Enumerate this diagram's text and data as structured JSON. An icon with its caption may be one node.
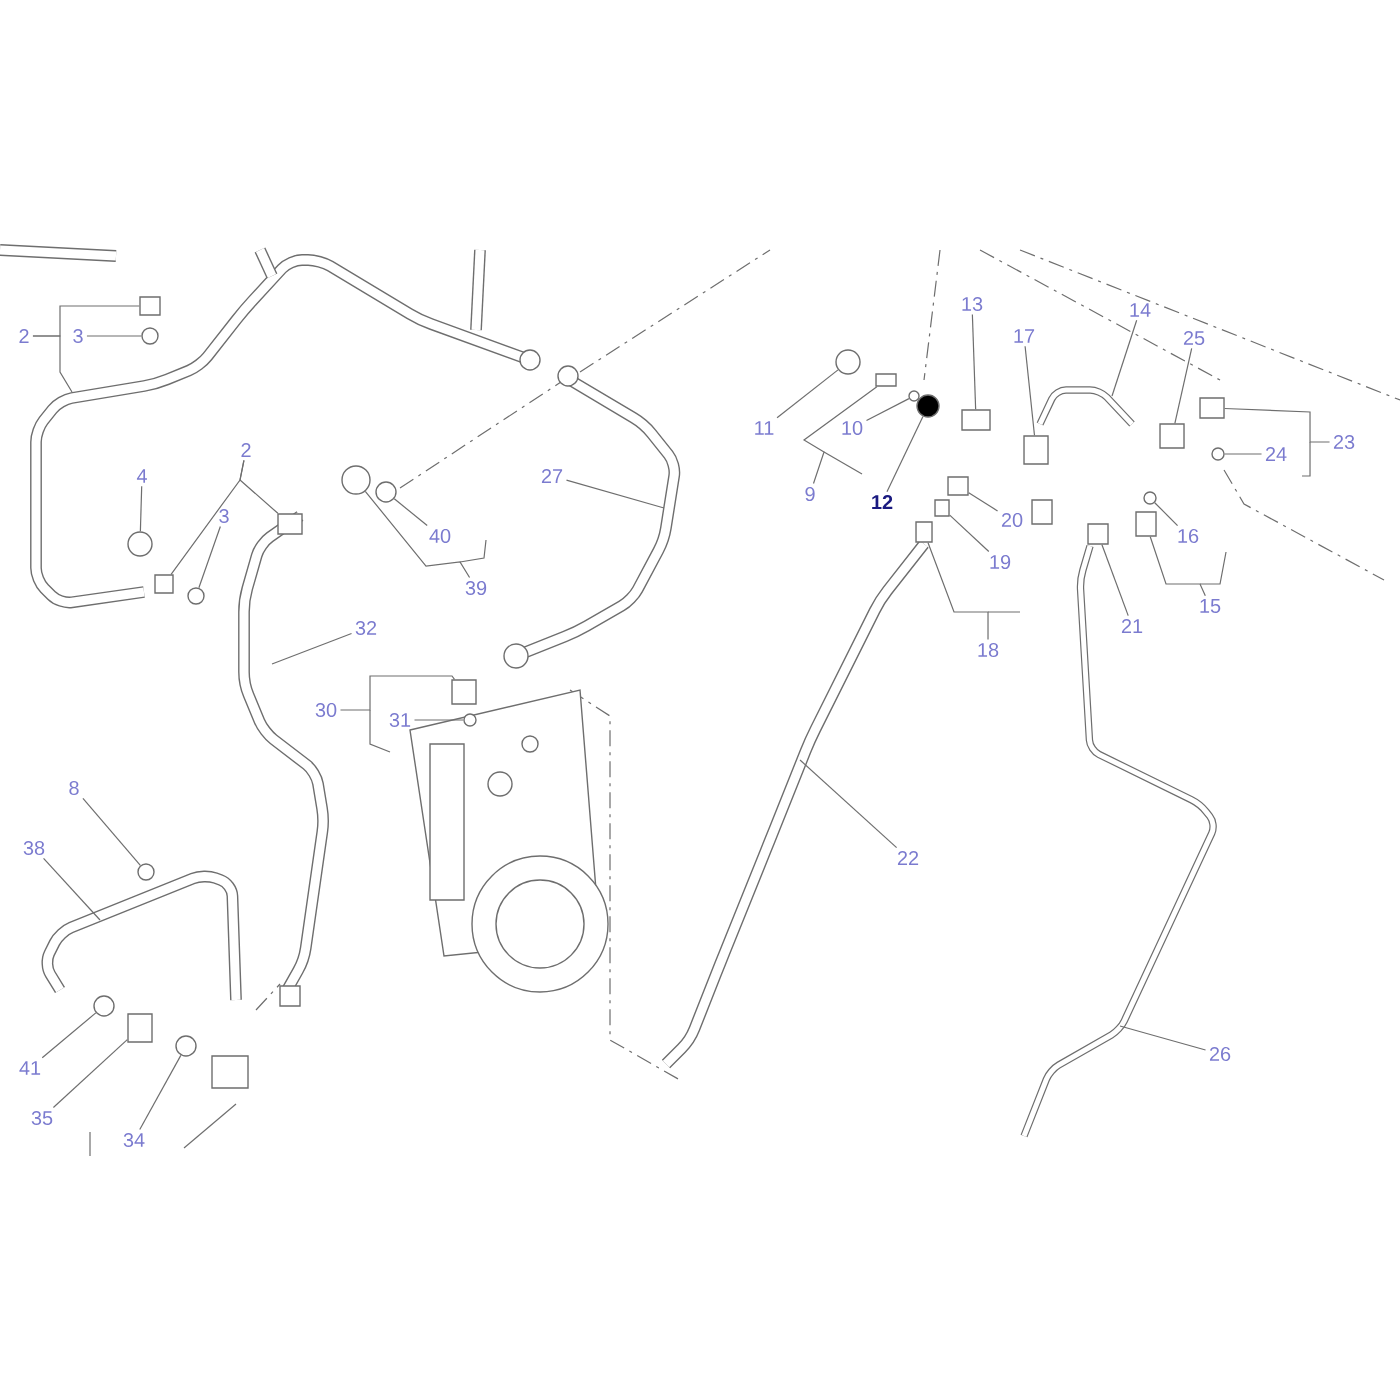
{
  "diagram": {
    "nodes": [
      {
        "text": [
          "13"
        ]
      },
      {
        "text": [
          "14"
        ]
      },
      {
        "text": [
          "2"
        ]
      },
      {
        "text": [
          "3"
        ]
      },
      {
        "text": [
          "17"
        ]
      },
      {
        "text": [
          "25"
        ]
      },
      {
        "text": [
          "11"
        ]
      },
      {
        "text": [
          "10"
        ]
      },
      {
        "text": [
          "23"
        ]
      },
      {
        "text": [
          "24"
        ]
      },
      {
        "text": [
          "2"
        ]
      },
      {
        "text": [
          "4"
        ]
      },
      {
        "text": [
          "27"
        ]
      },
      {
        "text": [
          "9"
        ]
      },
      {
        "text": [
          "12"
        ]
      },
      {
        "text": [
          "3"
        ]
      },
      {
        "text": [
          "20"
        ]
      },
      {
        "text": [
          "40"
        ]
      },
      {
        "text": [
          "16"
        ]
      },
      {
        "text": [
          "19"
        ]
      },
      {
        "text": [
          "39"
        ]
      },
      {
        "text": [
          "15"
        ]
      },
      {
        "text": [
          "32"
        ]
      },
      {
        "text": [
          "21"
        ]
      },
      {
        "text": [
          "18"
        ]
      },
      {
        "text": [
          "30"
        ]
      },
      {
        "text": [
          "31"
        ]
      },
      {
        "text": [
          "8"
        ]
      },
      {
        "text": [
          "38"
        ]
      },
      {
        "text": [
          "22"
        ]
      },
      {
        "text": [
          "26"
        ]
      },
      {
        "text": [
          "41"
        ]
      },
      {
        "text": [
          "35"
        ]
      },
      {
        "text": [
          "34"
        ]
      },
      {
        "text": [],
        "shape": "box"
      },
      {
        "text": [],
        "shape": "box"
      },
      {
        "text": [],
        "shape": "circle"
      },
      {
        "text": [],
        "shape": "box"
      },
      {
        "text": [],
        "shape": "box"
      },
      {
        "text": [],
        "shape": "circle"
      },
      {
        "text": [],
        "shape": "box"
      },
      {
        "text": [],
        "shape": "circle"
      },
      {
        "text": [],
        "shape": "box"
      },
      {
        "text": [],
        "shape": "circle"
      },
      {
        "text": [],
        "shape": "box"
      },
      {
        "text": [],
        "shape": "box"
      },
      {
        "text": [],
        "shape": "circle"
      },
      {
        "text": [],
        "shape": "circle"
      },
      {
        "text": [],
        "shape": "circle"
      },
      {
        "text": [],
        "shape": "box"
      },
      {
        "text": [],
        "shape": "circle"
      },
      {
        "text": [],
        "shape": "circle"
      },
      {
        "text": [],
        "shape": "box"
      },
      {
        "text": [],
        "shape": "box"
      },
      {
        "text": [],
        "shape": "circle"
      },
      {
        "text": [],
        "shape": "box"
      },
      {
        "text": [],
        "shape": "box"
      },
      {
        "text": [],
        "shape": "box"
      },
      {
        "text": [],
        "shape": "circle"
      },
      {
        "text": [],
        "shape": "circle"
      },
      {
        "text": [],
        "shape": "circle"
      },
      {
        "text": [],
        "shape": "box"
      },
      {
        "text": [],
        "shape": "circle"
      }
    ],
    "edges": [
      {
        "from": 0,
        "to": 34,
        "arrow": "none"
      },
      {
        "from": 1,
        "to": null,
        "arrow": "none"
      },
      {
        "from": 2,
        "to": 35,
        "arrow": "none"
      },
      {
        "from": 2,
        "to": null,
        "arrow": "none"
      },
      {
        "from": 3,
        "to": 36,
        "arrow": "none"
      },
      {
        "from": 4,
        "to": 37,
        "arrow": "none"
      },
      {
        "from": 5,
        "to": 38,
        "arrow": "none"
      },
      {
        "from": 6,
        "to": 39,
        "arrow": "none"
      },
      {
        "from": 7,
        "to": 41,
        "arrow": "none"
      },
      {
        "from": 8,
        "to": 42,
        "arrow": "none"
      },
      {
        "from": 9,
        "to": 43,
        "arrow": "none"
      },
      {
        "from": 10,
        "to": 44,
        "arrow": "none"
      },
      {
        "from": 10,
        "to": 45,
        "arrow": "none"
      },
      {
        "from": 11,
        "to": 46,
        "arrow": "none"
      },
      {
        "from": 12,
        "to": null,
        "arrow": "none"
      },
      {
        "from": 13,
        "to": 40,
        "arrow": "none"
      },
      {
        "from": 14,
        "to": 47,
        "arrow": "none"
      },
      {
        "from": 15,
        "to": 48,
        "arrow": "none"
      },
      {
        "from": 16,
        "to": 49,
        "arrow": "none"
      },
      {
        "from": 17,
        "to": 50,
        "arrow": "none"
      },
      {
        "from": 18,
        "to": 51,
        "arrow": "none"
      },
      {
        "from": 19,
        "to": 52,
        "arrow": "none"
      },
      {
        "from": 20,
        "to": 54,
        "arrow": "none"
      },
      {
        "from": 21,
        "to": 55,
        "arrow": "none"
      },
      {
        "from": 22,
        "to": null,
        "arrow": "none"
      },
      {
        "from": 23,
        "to": 56,
        "arrow": "none"
      },
      {
        "from": 24,
        "to": 53,
        "arrow": "none"
      },
      {
        "from": 25,
        "to": 57,
        "arrow": "none"
      },
      {
        "from": 26,
        "to": 58,
        "arrow": "none"
      },
      {
        "from": 27,
        "to": 59,
        "arrow": "none"
      },
      {
        "from": 28,
        "to": null,
        "arrow": "none"
      },
      {
        "from": 29,
        "to": null,
        "arrow": "none"
      },
      {
        "from": 30,
        "to": null,
        "arrow": "none"
      },
      {
        "from": 31,
        "to": 60,
        "arrow": "none"
      },
      {
        "from": 32,
        "to": 61,
        "arrow": "none"
      },
      {
        "from": 33,
        "to": 62,
        "arrow": "none"
      }
    ]
  }
}
